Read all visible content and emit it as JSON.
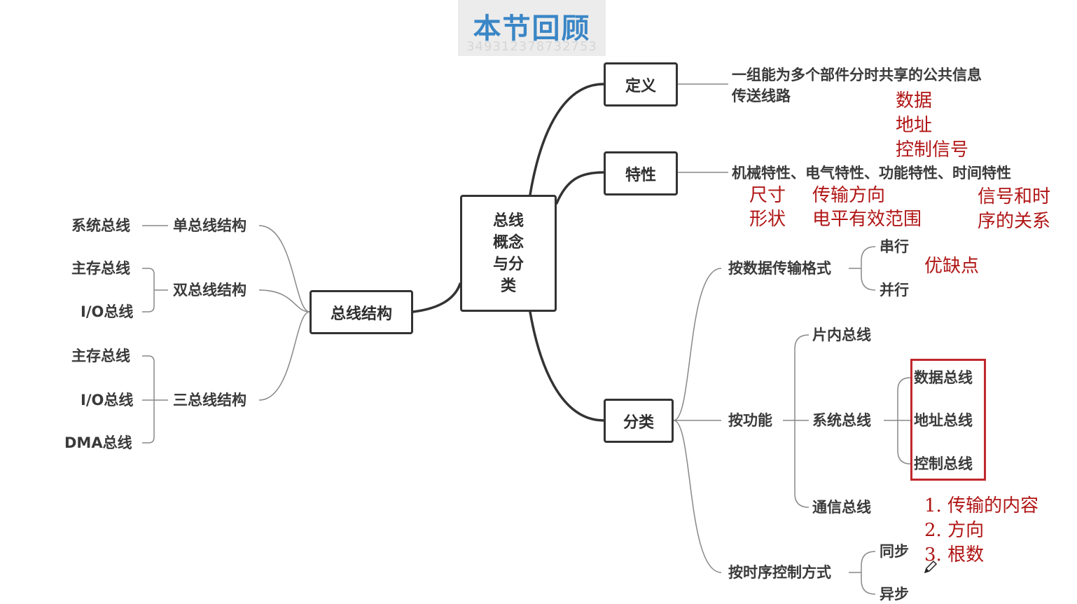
{
  "title": "本节回顾",
  "watermark": "349312378732753",
  "center": "总线\n概念\n与分\n类",
  "nodes": {
    "definition": "定义",
    "property": "特性",
    "classification": "分类",
    "bus_structure": "总线结构"
  },
  "definition_text": "一组能为多个部件分时共享的公共信息\n传送线路",
  "property_text": "机械特性、电气特性、功能特性、时间特性",
  "structures": {
    "single": {
      "label": "单总线结构",
      "children": [
        "系统总线"
      ]
    },
    "dual": {
      "label": "双总线结构",
      "children": [
        "主存总线",
        "I/O总线"
      ]
    },
    "triple": {
      "label": "三总线结构",
      "children": [
        "主存总线",
        "I/O总线",
        "DMA总线"
      ]
    }
  },
  "classes": {
    "by_format": {
      "label": "按数据传输格式",
      "children": [
        "串行",
        "并行"
      ]
    },
    "by_function": {
      "label": "按功能",
      "children": [
        "片内总线",
        "系统总线",
        "通信总线"
      ],
      "system_children": [
        "数据总线",
        "地址总线",
        "控制总线"
      ]
    },
    "by_timing": {
      "label": "按时序控制方式",
      "children": [
        "同步",
        "异步"
      ]
    }
  },
  "annotations": {
    "signal_types": [
      "数据",
      "地址",
      "控制信号"
    ],
    "mechanical": [
      "尺寸",
      "形状"
    ],
    "electrical": [
      "传输方向",
      "电平有效范围"
    ],
    "timing": [
      "信号和时",
      "序的关系"
    ],
    "pros_cons": "优缺点",
    "comm_points": [
      "1. 传输的内容",
      "2. 方向",
      "3. 根数"
    ]
  },
  "colors": {
    "title": "#3a86c6",
    "annotation": "#b01515",
    "highlight_box": "#c0282d",
    "line": "#888888",
    "node_border": "#333333"
  }
}
